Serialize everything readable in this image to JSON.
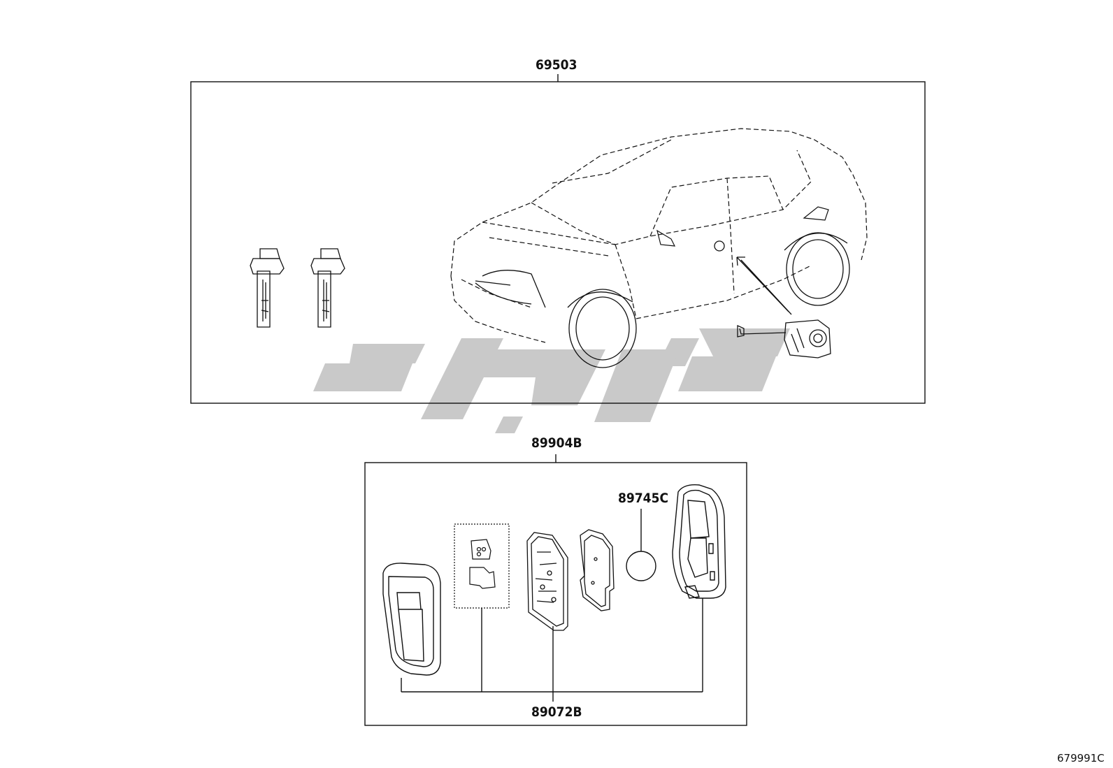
{
  "labels": {
    "kit_part": "69503",
    "transmitter_part": "89904B",
    "battery_part": "89745C",
    "key_assy_part": "89072B"
  },
  "figure_code": "679991C",
  "icons": [
    "key-blade-icon",
    "car-outline-icon",
    "door-lock-cylinder-icon",
    "smart-key-case-icon",
    "circuit-board-icon",
    "coin-battery-icon",
    "watermark-logo"
  ],
  "colors": {
    "line": "#111111",
    "watermark": "#c8c8c8",
    "background": "#ffffff"
  }
}
